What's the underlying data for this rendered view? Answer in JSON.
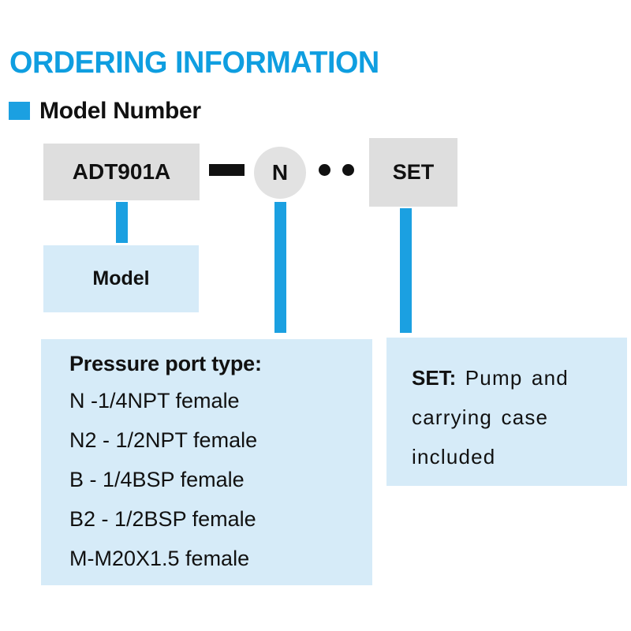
{
  "header": {
    "title": "ORDERING INFORMATION",
    "section_label": "Model Number",
    "bullet_icon": "blue-square-bullet",
    "title_color": "#0f9ee0",
    "accent_color": "#1ba0e1"
  },
  "model_number": {
    "code_box": "ADT901A",
    "separator": "dash-mark",
    "port_code": "N",
    "dots": [
      "dot",
      "dot"
    ],
    "set_box": "SET"
  },
  "panels": {
    "model": {
      "title": "Model"
    },
    "pressure_port": {
      "heading": "Pressure port type:",
      "options": [
        "N -1/4NPT female",
        "N2 - 1/2NPT female",
        "B - 1/4BSP female",
        "B2 - 1/2BSP female",
        "M-M20X1.5 female"
      ]
    },
    "set": {
      "key": "SET:",
      "description": " Pump and carrying case included"
    }
  },
  "colors": {
    "panel_fill": "#d6ebf8",
    "code_box_fill": "#dedede",
    "circle_fill": "#e2e2e2",
    "mark_black": "#111111"
  }
}
